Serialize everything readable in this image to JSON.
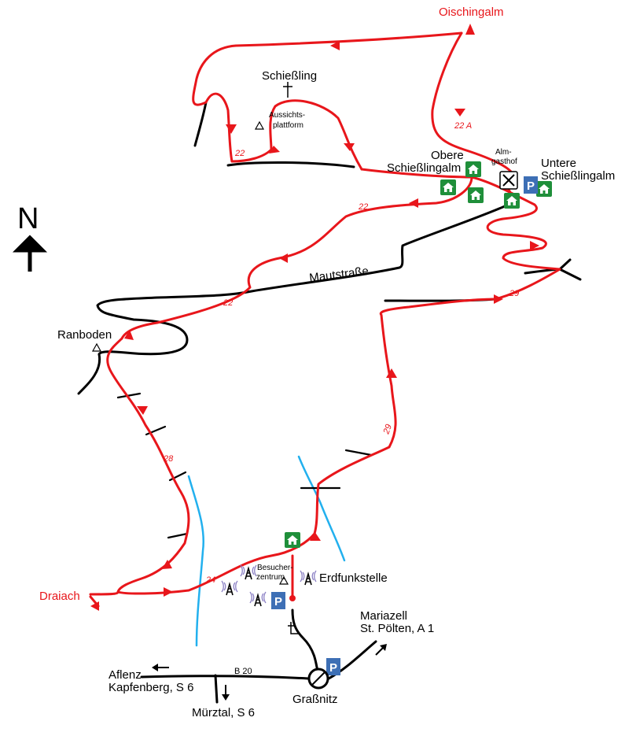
{
  "places": {
    "oischingalm": "Oischingalm",
    "schiessling": "Schießling",
    "aussichtsplattform_1": "Aussichts-",
    "aussichtsplattform_2": "plattform",
    "obere_1": "Obere",
    "obere_2": "Schießlingalm",
    "almgasthof_1": "Alm-",
    "almgasthof_2": "gasthof",
    "untere_1": "Untere",
    "untere_2": "Schießlingalm",
    "mautstrasse": "Mautstraße",
    "ranboden": "Ranboden",
    "draiach": "Draiach",
    "besucherzentrum_1": "Besucher-",
    "besucherzentrum_2": "zentrum",
    "erdfunkstelle": "Erdfunkstelle",
    "mariazell_1": "Mariazell",
    "mariazell_2": "St. Pölten, A 1",
    "aflenz_1": "Aflenz",
    "aflenz_2": "Kapfenberg, S 6",
    "b20": "B 20",
    "grassnitz": "Graßnitz",
    "muerztal": "Mürztal, S 6"
  },
  "trails": {
    "t22a": "22 A",
    "t22_top": "22",
    "t22_mid": "22",
    "t22_low": "22",
    "t28": "28",
    "t29_low": "29",
    "t29_high": "29",
    "t24": "24"
  },
  "compass": {
    "north": "N"
  },
  "symbols": {
    "parking": "P"
  },
  "colors": {
    "trail": "#e8161b",
    "road": "#000000",
    "river": "#22b0ee",
    "hut": "#1f8f3a",
    "parking": "#3d6fb5"
  }
}
